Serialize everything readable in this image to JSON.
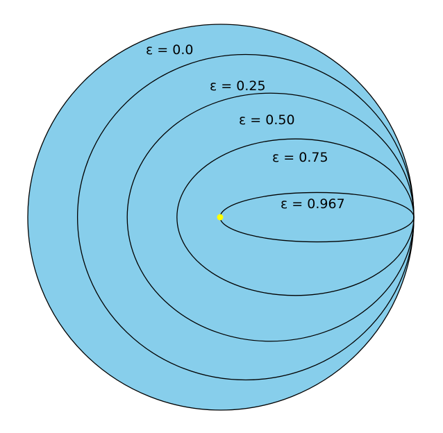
{
  "diagram": {
    "fill_color": "#87ceeb",
    "stroke_color": "#000000",
    "focus_color": "#ffff00",
    "orbits": [
      {
        "eccentricity": 0.0,
        "label": "ε = 0.0"
      },
      {
        "eccentricity": 0.25,
        "label": "ε = 0.25"
      },
      {
        "eccentricity": 0.5,
        "label": "ε = 0.50"
      },
      {
        "eccentricity": 0.75,
        "label": "ε = 0.75"
      },
      {
        "eccentricity": 0.967,
        "label": "ε = 0.967"
      }
    ]
  }
}
